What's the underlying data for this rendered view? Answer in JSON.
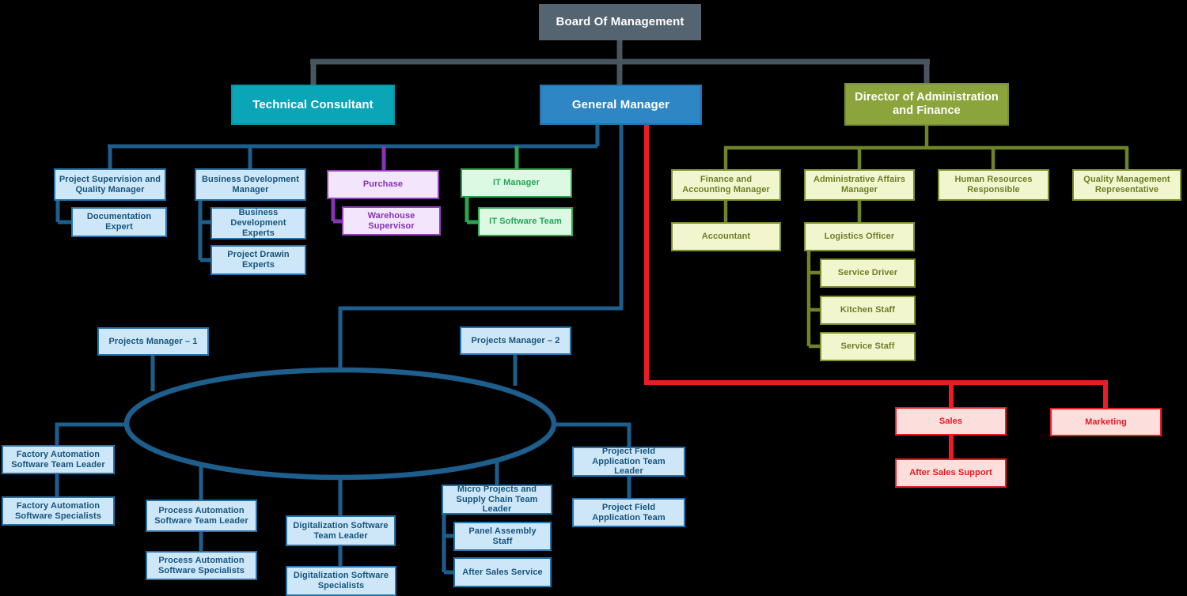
{
  "diagram": {
    "type": "org-chart",
    "root": "Board Of Management",
    "palette": {
      "background": "#000000",
      "slate_box": "#546470",
      "slate_line": "#47565F",
      "teal_box": "#0AA6B8",
      "blue_box": "#2E86C4",
      "blue_line": "#1D5E8C",
      "lightblue_fill": "#CDE7F8",
      "lightblue_text": "#17557E",
      "purple_line": "#8633B5",
      "purple_fill": "#F3E5FB",
      "green_line": "#2DA44E",
      "green_fill": "#DCFAE3",
      "olive_box": "#8BA43C",
      "olive_line": "#6F8428",
      "olive_fill": "#F1F6CE",
      "red_line": "#EC1C24",
      "red_fill": "#FCDEDC"
    },
    "nodes": {
      "board": "Board Of Management",
      "technical_consultant": "Technical Consultant",
      "general_manager": "General Manager",
      "director_admin_finance": "Director of Administration and Finance",
      "project_supervision": "Project Supervision and Quality Manager",
      "documentation_expert": "Documentation Expert",
      "business_dev_manager": "Business Development Manager",
      "business_dev_experts": "Business Development Experts",
      "project_drawin_experts": "Project Drawin Experts",
      "purchase": "Purchase",
      "warehouse_supervisor": "Warehouse Supervisor",
      "it_manager": "IT Manager",
      "it_software_team": "IT Software Team",
      "finance_accounting_manager": "Finance and Accounting Manager",
      "accountant": "Accountant",
      "admin_affairs_manager": "Administrative Affairs Manager",
      "logistics_officer": "Logistics Officer",
      "service_driver": "Service Driver",
      "kitchen_staff": "Kitchen Staff",
      "service_staff": "Service Staff",
      "hr_responsible": "Human Resources Responsible",
      "quality_mgmt_rep": "Quality Management Representative",
      "projects_manager_1": "Projects Manager – 1",
      "projects_manager_2": "Projects Manager – 2",
      "factory_stl": "Factory Automation Software Team Leader",
      "factory_specialists": "Factory Automation Software Specialists",
      "process_stl": "Process Automation Software Team Leader",
      "process_specialists": "Process Automation Software Specialists",
      "digitalization_stl": "Digitalization Software Team Leader",
      "digitalization_specialists": "Digitalization Software Specialists",
      "micro_projects_stl": "Micro Projects and Supply Chain Team Leader",
      "panel_assembly_staff": "Panel Assembly Staff",
      "after_sales_service": "After Sales Service",
      "pfa_team_leader": "Project Field Application Team Leader",
      "pfa_team": "Project Field Application Team",
      "sales": "Sales",
      "after_sales_support": "After Sales Support",
      "marketing": "Marketing"
    }
  }
}
